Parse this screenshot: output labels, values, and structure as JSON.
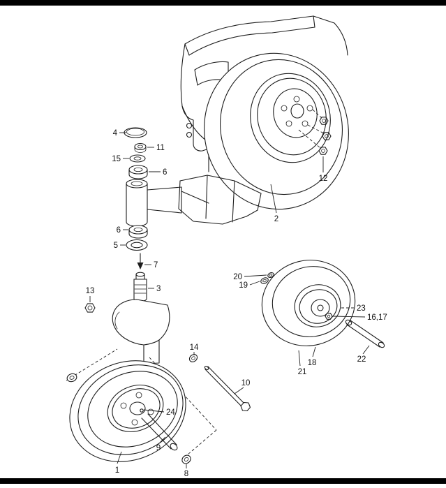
{
  "colors": {
    "line": "#1d1d1d",
    "bar": "#000000",
    "background": "#ffffff"
  },
  "labels": {
    "p1": "1",
    "p2": "2",
    "p3": "3",
    "p4": "4",
    "p5": "5",
    "p6a": "6",
    "p6b": "6",
    "p7": "7",
    "p8": "8",
    "p9": "9",
    "p10": "10",
    "p11": "11",
    "p12": "12",
    "p13": "13",
    "p14": "14",
    "p15": "15",
    "p16_17": "16,17",
    "p18": "18",
    "p19": "19",
    "p20": "20",
    "p21": "21",
    "p22": "22",
    "p23": "23",
    "p24": "24"
  }
}
